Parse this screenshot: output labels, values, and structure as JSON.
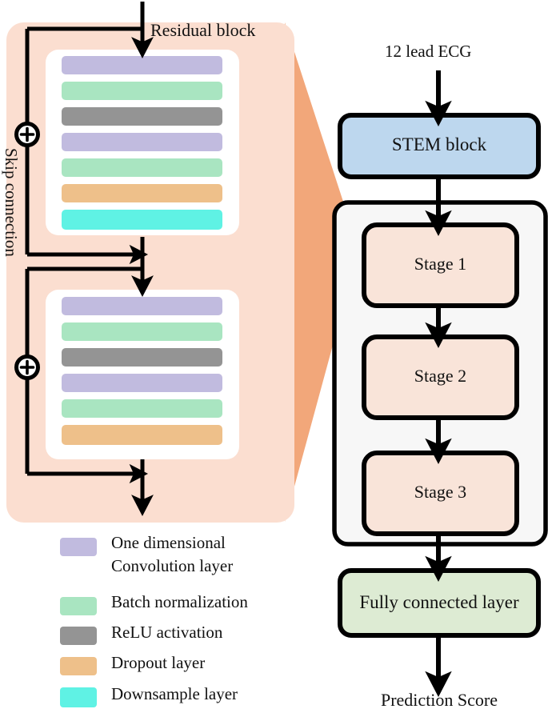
{
  "figure": {
    "type": "architecture-diagram",
    "title_left": "Residual block",
    "skip_label": "Skip connection"
  },
  "colors": {
    "panel_pink": "#fbded0",
    "panel_pink_edge": "#f0a878",
    "conv": "#c1bbdf",
    "batchnorm": "#a9e5c1",
    "relu": "#949494",
    "dropout": "#eec08a",
    "downsample": "#5ff2e4",
    "stem_fill": "#bdd7ee",
    "stage_fill": "#f9e4d9",
    "fc_fill": "#ddebd3",
    "container_fill": "#f7f7f7",
    "stroke": "#000000",
    "card_white": "#ffffff"
  },
  "residual_block": {
    "label": "Residual block",
    "plus_symbol": "+",
    "unit_1": {
      "name": "residual-unit-1",
      "layers": [
        {
          "type": "conv",
          "label": "One dimensional Convolution layer"
        },
        {
          "type": "batchnorm",
          "label": "Batch normalization"
        },
        {
          "type": "relu",
          "label": "ReLU activation"
        },
        {
          "type": "conv",
          "label": "One dimensional Convolution layer"
        },
        {
          "type": "batchnorm",
          "label": "Batch normalization"
        },
        {
          "type": "dropout",
          "label": "Dropout layer"
        },
        {
          "type": "downsample",
          "label": "Downsample layer"
        }
      ]
    },
    "unit_2": {
      "name": "residual-unit-2",
      "layers": [
        {
          "type": "conv",
          "label": "One dimensional Convolution layer"
        },
        {
          "type": "batchnorm",
          "label": "Batch normalization"
        },
        {
          "type": "relu",
          "label": "ReLU activation"
        },
        {
          "type": "conv",
          "label": "One dimensional Convolution layer"
        },
        {
          "type": "batchnorm",
          "label": "Batch normalization"
        },
        {
          "type": "dropout",
          "label": "Dropout layer"
        }
      ]
    }
  },
  "legend": {
    "items": [
      {
        "key": "conv",
        "label_line1": "One dimensional",
        "label_line2": "Convolution layer",
        "color": "#c1bbdf"
      },
      {
        "key": "batchnorm",
        "label_line1": "Batch normalization",
        "label_line2": "",
        "color": "#a9e5c1"
      },
      {
        "key": "relu",
        "label_line1": "ReLU activation",
        "label_line2": "",
        "color": "#949494"
      },
      {
        "key": "dropout",
        "label_line1": "Dropout layer",
        "label_line2": "",
        "color": "#eec08a"
      },
      {
        "key": "downsample",
        "label_line1": "Downsample layer",
        "label_line2": "",
        "color": "#5ff2e4"
      }
    ]
  },
  "pipeline": {
    "input_label": "12 lead ECG",
    "output_label": "Prediction Score",
    "stem": {
      "label": "STEM block"
    },
    "stages": [
      {
        "label": "Stage 1"
      },
      {
        "label": "Stage 2"
      },
      {
        "label": "Stage 3"
      }
    ],
    "fc": {
      "label": "Fully connected layer"
    }
  }
}
